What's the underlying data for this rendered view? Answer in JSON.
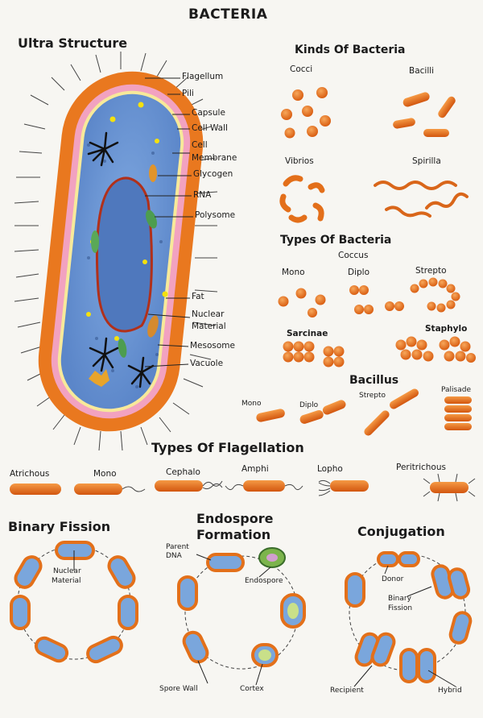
{
  "title": "BACTERIA",
  "ultra": {
    "heading": "Ultra Structure",
    "labels": [
      "Flagellum",
      "Pili",
      "Capsule",
      "Cell Wall",
      "Cell",
      "Membrane",
      "Glycogen",
      "RNA",
      "Polysome",
      "Fat",
      "Nuclear",
      "Material",
      "Mesosome",
      "Vacuole"
    ]
  },
  "kinds": {
    "heading": "Kinds Of Bacteria",
    "cocci": "Cocci",
    "bacilli": "Bacilli",
    "vibrios": "Vibrios",
    "spirilla": "Spirilla"
  },
  "types": {
    "heading": "Types Of Bacteria",
    "coccus": "Coccus",
    "mono": "Mono",
    "diplo": "Diplo",
    "strepto": "Strepto",
    "sarcinae": "Sarcinae",
    "staphylo": "Staphylo",
    "bacillus": "Bacillus",
    "b_mono": "Mono",
    "b_diplo": "Diplo",
    "b_strepto": "Strepto",
    "b_palisade": "Palisade"
  },
  "flagellation": {
    "heading": "Types Of Flagellation",
    "items": [
      "Atrichous",
      "Mono",
      "Cephalo",
      "Amphi",
      "Lopho",
      "Peritrichous"
    ]
  },
  "binary": {
    "heading": "Binary Fission",
    "label1": "Nuclear",
    "label2": "Material"
  },
  "endospore": {
    "heading1": "Endospore",
    "heading2": "Formation",
    "parent1": "Parent",
    "parent2": "DNA",
    "endospore": "Endospore",
    "spore_wall": "Spore Wall",
    "cortex": "Cortex"
  },
  "conjugation": {
    "heading": "Conjugation",
    "donor": "Donor",
    "binary1": "Binary",
    "binary2": "Fission",
    "recipient": "Recipient",
    "hybrid": "Hybrid"
  },
  "colors": {
    "orange": "#e8741c",
    "blue": "#5f8fd0",
    "pink": "#f2a2c0",
    "dark": "#1b1b1b"
  }
}
